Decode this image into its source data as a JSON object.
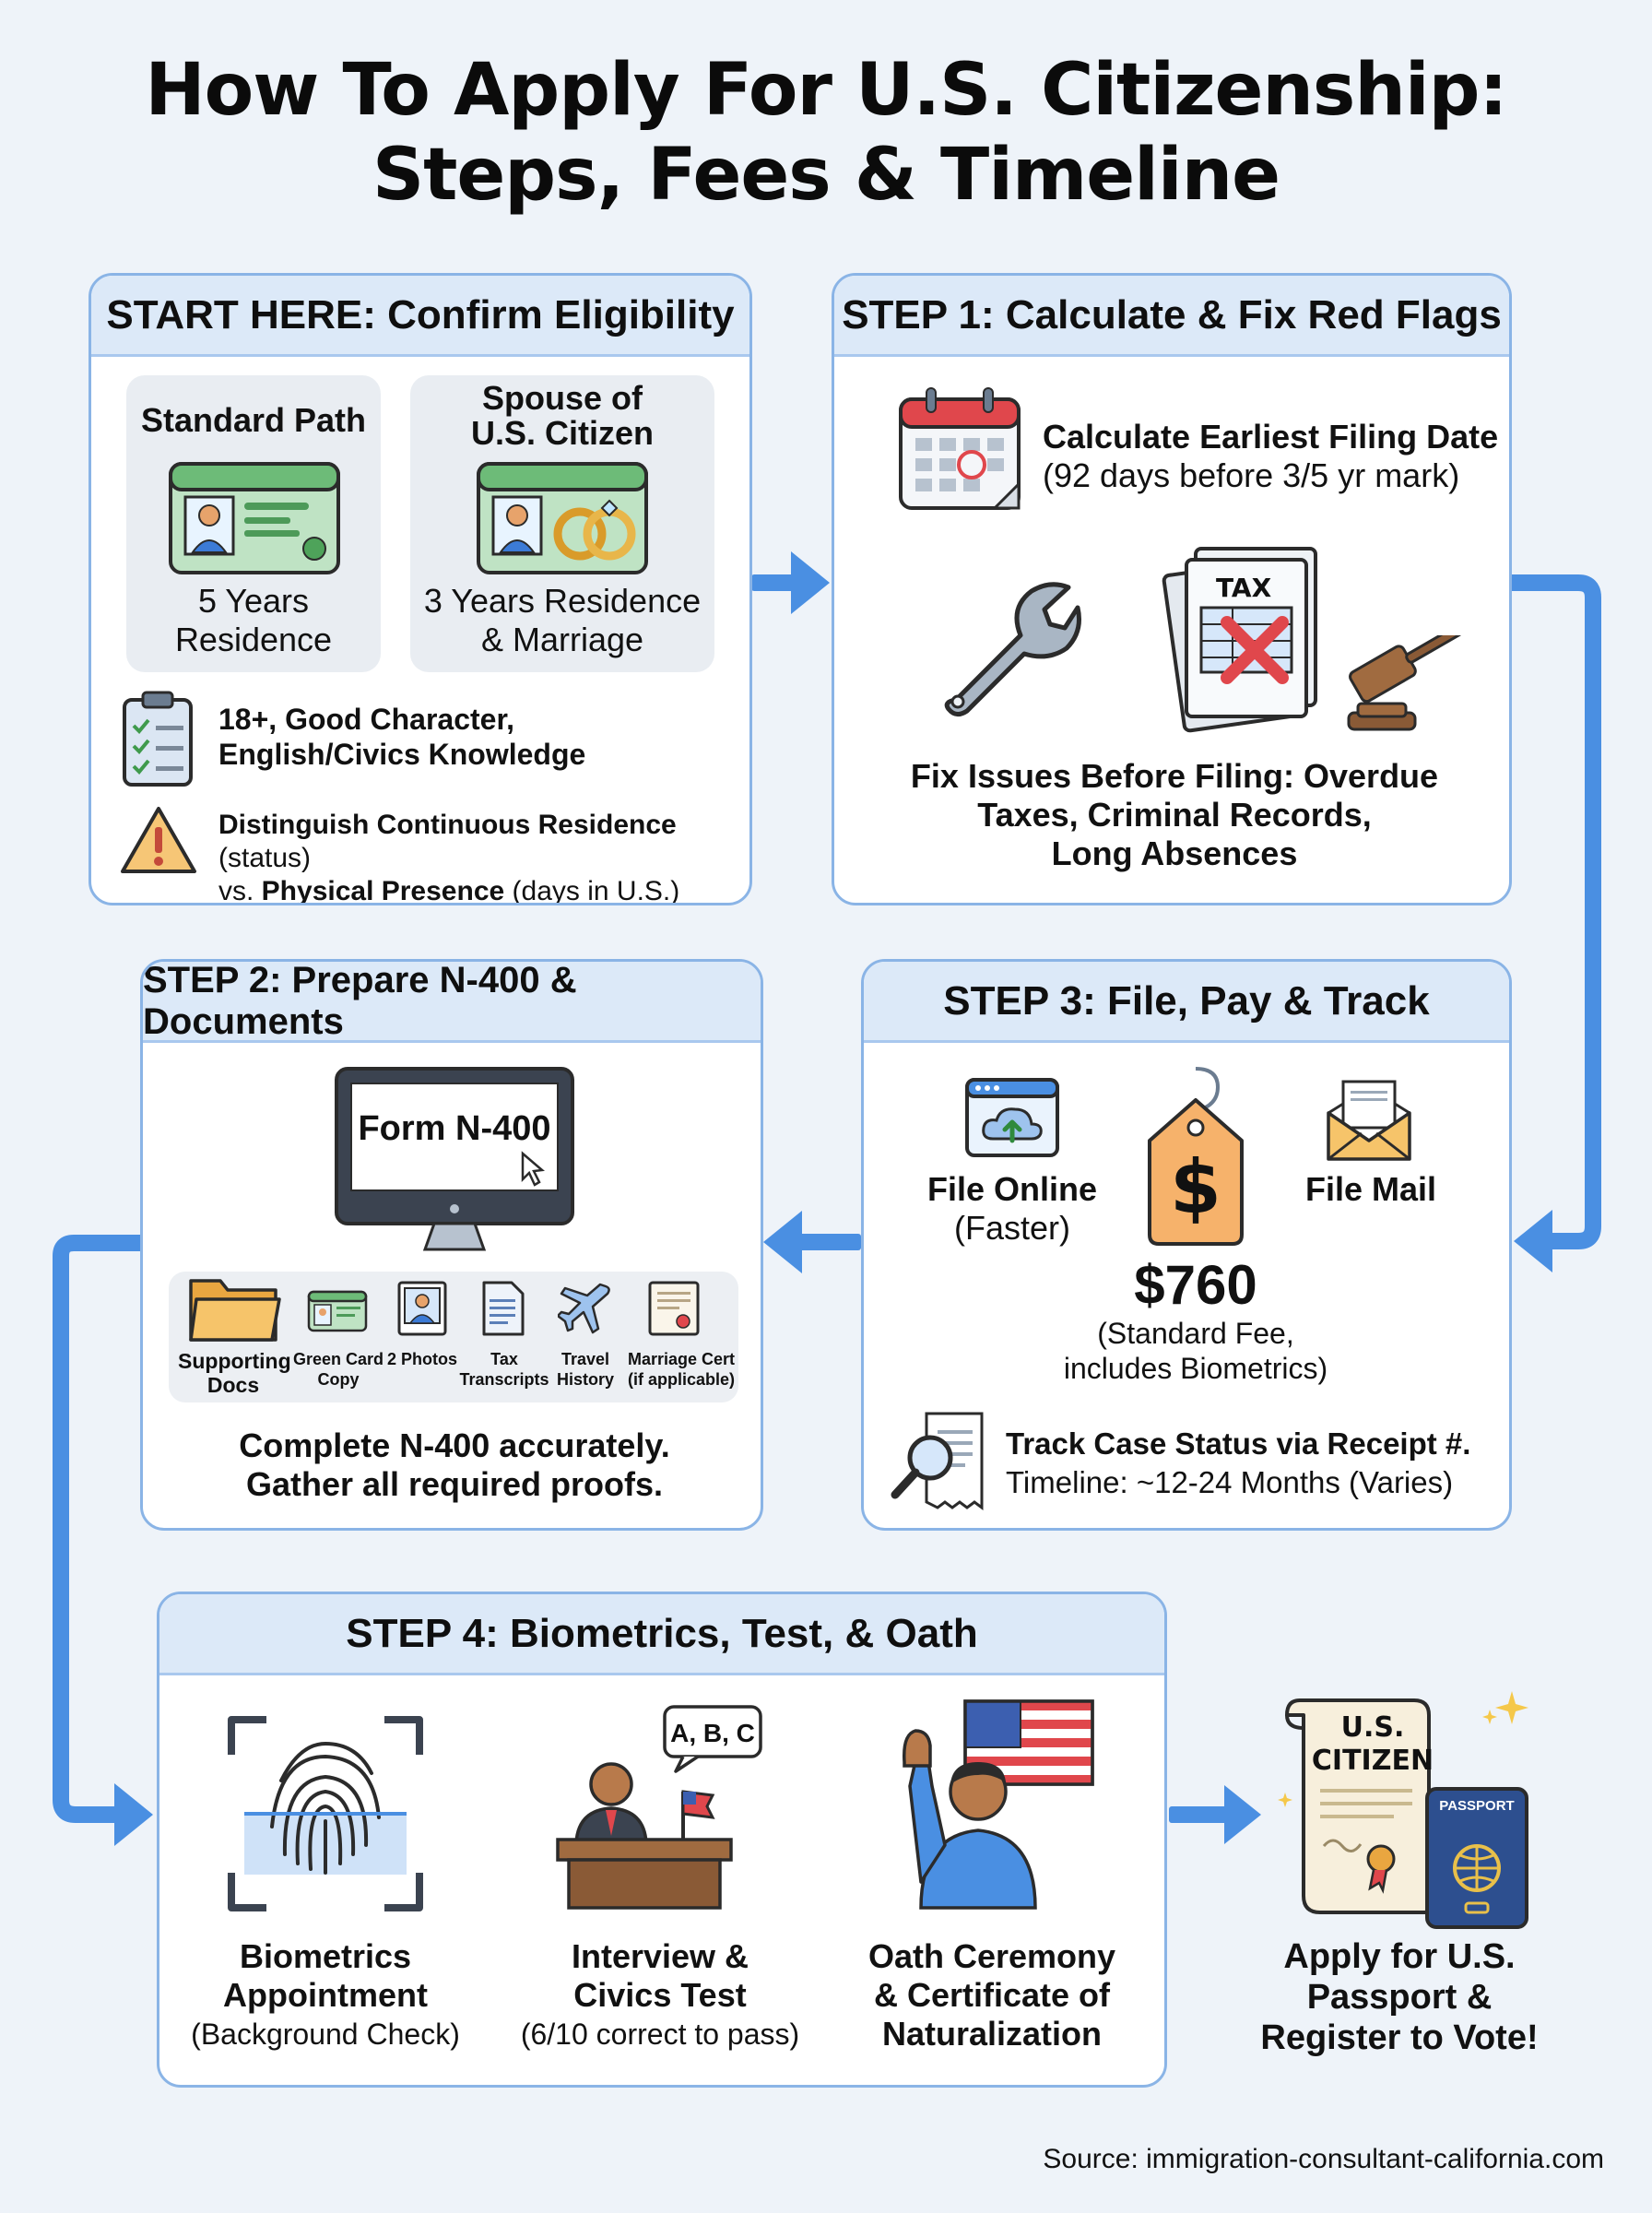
{
  "title_line1": "How To Apply For U.S. Citizenship:",
  "title_line2": "Steps, Fees & Timeline",
  "eligibility": {
    "header": "START HERE: Confirm Eligibility",
    "standard": {
      "title": "Standard Path",
      "desc_line1": "5 Years",
      "desc_line2": "Residence"
    },
    "spouse": {
      "title_line1": "Spouse of",
      "title_line2": "U.S. Citizen",
      "desc_line1": "3 Years Residence",
      "desc_line2": "& Marriage"
    },
    "requirements_line1": "18+, Good Character,",
    "requirements_line2": "English/Civics Knowledge",
    "warning_bold1": "Distinguish Continuous Residence",
    "warning_normal1": " (status)",
    "warning_normal2": "vs. ",
    "warning_bold2": "Physical Presence",
    "warning_normal3": " (days in U.S.)"
  },
  "step1": {
    "header": "STEP 1: Calculate & Fix Red Flags",
    "calc_title": "Calculate Earliest Filing Date",
    "calc_sub": "(92 days before 3/5 yr mark)",
    "tax_label": "TAX",
    "fix_line1": "Fix Issues Before Filing: Overdue",
    "fix_line2": "Taxes, Criminal Records,",
    "fix_line3": "Long Absences"
  },
  "step2": {
    "header": "STEP 2: Prepare N-400 & Documents",
    "screen_text": "Form N-400",
    "docs": [
      {
        "label_line1": "Supporting",
        "label_line2": "Docs"
      },
      {
        "label_line1": "Green Card",
        "label_line2": "Copy"
      },
      {
        "label_line1": "2 Photos",
        "label_line2": ""
      },
      {
        "label_line1": "Tax",
        "label_line2": "Transcripts"
      },
      {
        "label_line1": "Travel",
        "label_line2": "History"
      },
      {
        "label_line1": "Marriage Cert",
        "label_line2": "(if applicable)"
      }
    ],
    "summary_line1": "Complete N-400 accurately.",
    "summary_line2": "Gather all required proofs."
  },
  "step3": {
    "header": "STEP 3: File, Pay & Track",
    "online_title": "File Online",
    "online_sub": "(Faster)",
    "fee_symbol": "$",
    "fee": "$760",
    "fee_sub_line1": "(Standard Fee,",
    "fee_sub_line2": "includes Biometrics)",
    "mail_title": "File Mail",
    "track_title": "Track Case Status via Receipt #.",
    "track_sub": "Timeline: ~12-24 Months (Varies)"
  },
  "step4": {
    "header": "STEP 4: Biometrics, Test, & Oath",
    "bio_line1": "Biometrics",
    "bio_line2": "Appointment",
    "bio_sub": "(Background Check)",
    "interview_line1": "Interview &",
    "interview_line2": "Civics Test",
    "interview_sub": "(6/10 correct to pass)",
    "bubble_text": "A, B, C",
    "oath_line1": "Oath Ceremony",
    "oath_line2": "& Certificate of",
    "oath_line3": "Naturalization"
  },
  "final": {
    "cert_line1": "U.S.",
    "cert_line2": "CITIZEN",
    "passport_label": "PASSPORT",
    "line1": "Apply for U.S.",
    "line2": "Passport &",
    "line3": "Register to Vote!"
  },
  "source": "Source: immigration-consultant-california.com",
  "colors": {
    "accent_blue": "#4a8fe2",
    "panel_border": "#8ab4e6",
    "header_bg": "#dce9f8",
    "red": "#e0474c",
    "green": "#5fb36a"
  }
}
